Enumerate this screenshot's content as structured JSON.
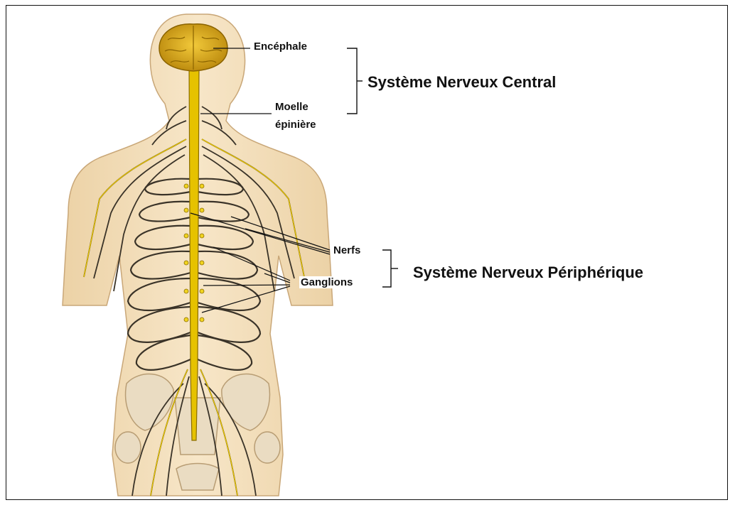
{
  "labels": {
    "encephale": "Encéphale",
    "moelle_line1": "Moelle",
    "moelle_line2": "épinière",
    "snc": "Système Nerveux Central",
    "nerfs": "Nerfs",
    "ganglions": "Ganglions",
    "snp": "Système Nerveux Périphérique"
  },
  "colors": {
    "skin": "#f4dfbb",
    "skin_edge": "#c9a778",
    "nerve": "#e6c200",
    "brain": "#d9a81c",
    "nerve_line": "#3a3328",
    "bone": "#eadcc2"
  }
}
